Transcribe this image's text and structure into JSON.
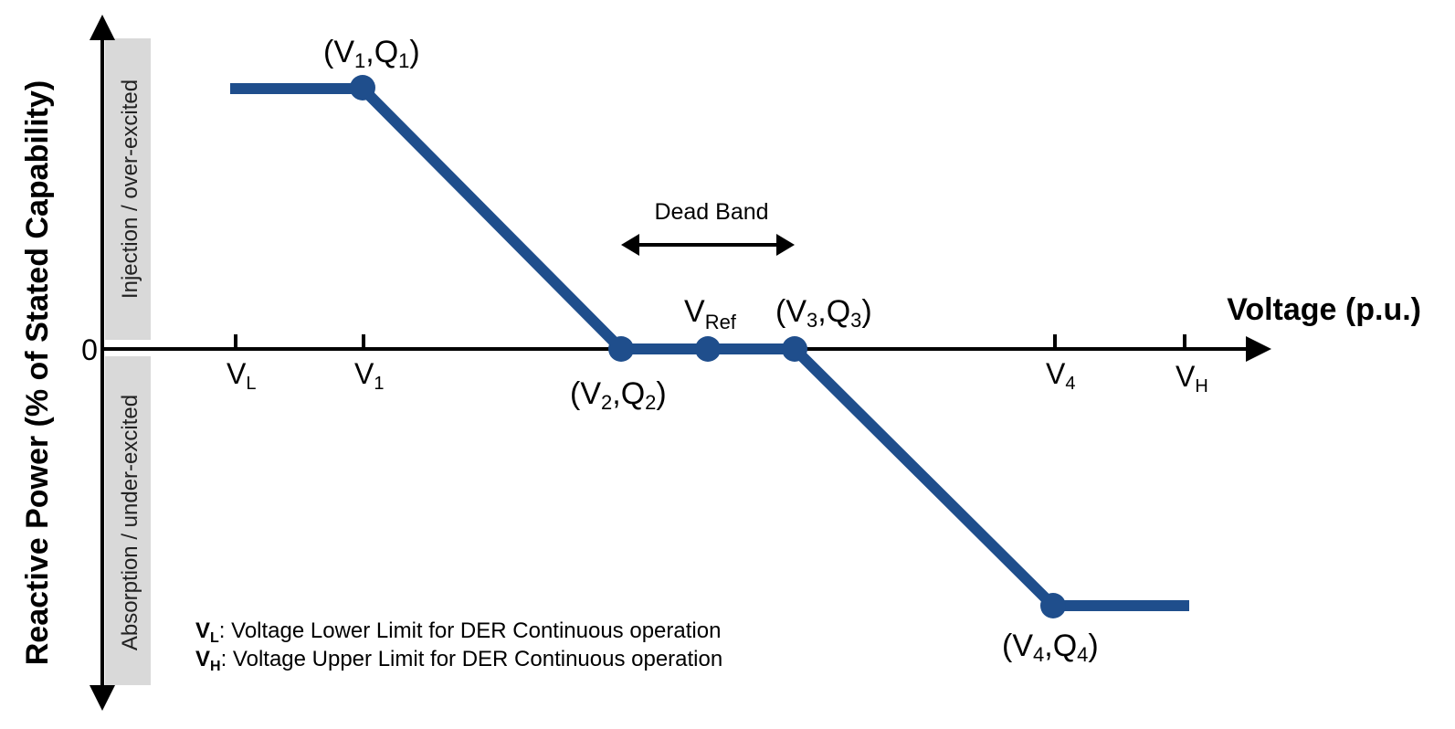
{
  "colors": {
    "curve": "#1f4e8c",
    "axis": "#000000",
    "region_band": "#d9d9d9"
  },
  "y_axis": {
    "title": "Reactive Power (% of Stated Capability)",
    "zero_label": "0",
    "upper_region": "Injection / over-excited",
    "lower_region": "Absorption / under-excited"
  },
  "x_axis": {
    "title": "Voltage (p.u.)",
    "ticks": [
      {
        "main": "V",
        "sub": "L"
      },
      {
        "main": "V",
        "sub": "1"
      },
      {
        "main": "V",
        "sub": "4"
      },
      {
        "main": "V",
        "sub": "H"
      }
    ]
  },
  "points": [
    {
      "label": "(V1,Q1)",
      "parts": [
        "(V",
        "1",
        ",Q",
        "1",
        ")"
      ]
    },
    {
      "label": "(V2,Q2)",
      "parts": [
        "(V",
        "2",
        ",Q",
        "2",
        ")"
      ]
    },
    {
      "label": "VRef",
      "parts": [
        "V",
        "Ref"
      ]
    },
    {
      "label": "(V3,Q3)",
      "parts": [
        "(V",
        "3",
        ",Q",
        "3",
        ")"
      ]
    },
    {
      "label": "(V4,Q4)",
      "parts": [
        "(V",
        "4",
        ",Q",
        "4",
        ")"
      ]
    }
  ],
  "dead_band": {
    "label": "Dead Band"
  },
  "notes": [
    {
      "symbol": "V",
      "sub": "L",
      "text": ": Voltage Lower Limit for DER Continuous operation"
    },
    {
      "symbol": "V",
      "sub": "H",
      "text": ": Voltage Upper Limit for DER Continuous operation"
    }
  ]
}
